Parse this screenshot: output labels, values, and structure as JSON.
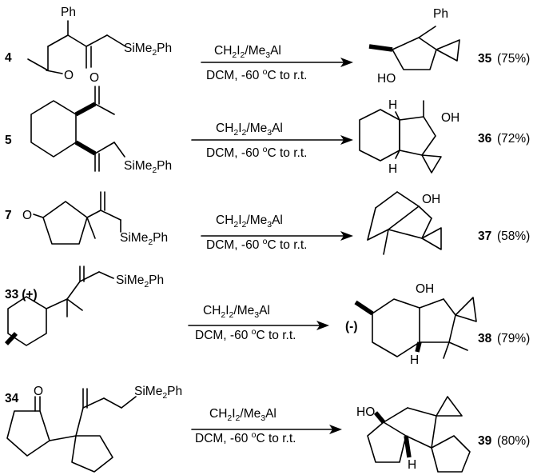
{
  "reactions": [
    {
      "reactant_label": "4",
      "product_label": "35",
      "yield": "(75%)",
      "substituents": {
        "reactant_top": "Ph",
        "reactant_silyl": "SiMe",
        "silyl_sub": "2",
        "silyl_tail": "Ph",
        "product_ph": "Ph",
        "product_ho": "HO"
      }
    },
    {
      "reactant_label": "5",
      "product_label": "36",
      "yield": "(72%)",
      "substituents": {
        "reactant_silyl": "SiMe",
        "silyl_sub": "2",
        "silyl_tail": "Ph",
        "product_oh": "OH",
        "product_h_top": "H",
        "product_h_bottom": "H"
      }
    },
    {
      "reactant_label": "7",
      "product_label": "37",
      "yield": "(58%)",
      "substituents": {
        "reactant_o": "O",
        "reactant_silyl": "SiMe",
        "silyl_sub": "2",
        "silyl_tail": "Ph",
        "product_oh": "OH"
      }
    },
    {
      "reactant_label": "33",
      "reactant_sign": "(+)",
      "product_label": "38",
      "product_sign": "(-)",
      "yield": "(79%)",
      "substituents": {
        "reactant_silyl": "SiMe",
        "silyl_sub": "2",
        "silyl_tail": "Ph",
        "product_oh": "OH",
        "product_h": "H"
      }
    },
    {
      "reactant_label": "34",
      "product_label": "39",
      "yield": "(80%)",
      "substituents": {
        "reactant_o": "O",
        "reactant_silyl": "SiMe",
        "silyl_sub": "2",
        "silyl_tail": "Ph",
        "product_ho": "HO",
        "product_h": "H"
      }
    }
  ],
  "conditions": {
    "reagent_ch": "CH",
    "reagent_sub2": "2",
    "reagent_i": "I",
    "reagent_sub2b": "2",
    "reagent_slash": "/Me",
    "reagent_sub3": "3",
    "reagent_al": "Al",
    "solvent_prefix": "DCM, -60 ",
    "degree": "o",
    "solvent_suffix": "C to r.t."
  }
}
